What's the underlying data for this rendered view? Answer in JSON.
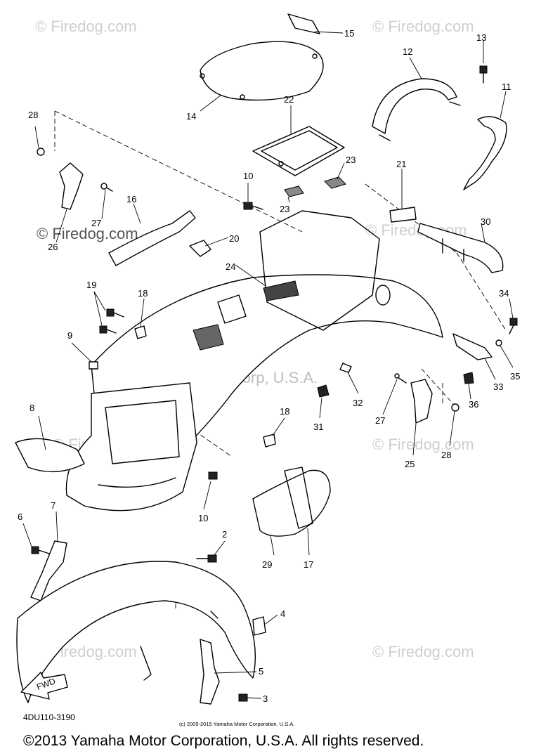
{
  "watermarks": [
    "© Firedog.com",
    "© Firedog.com",
    "© Firedog.com",
    "© Firedog.com",
    "© Firedog.com",
    "© Firedog.com",
    "© Firedog.com",
    "© Firedog.com"
  ],
  "manufacturer_watermark": "Yamaha Motor Corp, U.S.A.",
  "diagram_code": "4DU110-3190",
  "fwd_label": "FWD",
  "small_copyright": "(c) 2005-2015 Yamaha Motor Corporation, U.S.A.",
  "copyright": "©2013 Yamaha Motor Corporation, U.S.A. All rights reserved.",
  "callouts": [
    "15",
    "14",
    "13",
    "12",
    "11",
    "28",
    "22",
    "23",
    "23",
    "10",
    "21",
    "27",
    "16",
    "26",
    "20",
    "30",
    "24",
    "19",
    "18",
    "34",
    "9",
    "32",
    "35",
    "27",
    "33",
    "36",
    "8",
    "18",
    "31",
    "28",
    "25",
    "10",
    "7",
    "6",
    "2",
    "29",
    "17",
    "4",
    "5",
    "3"
  ]
}
